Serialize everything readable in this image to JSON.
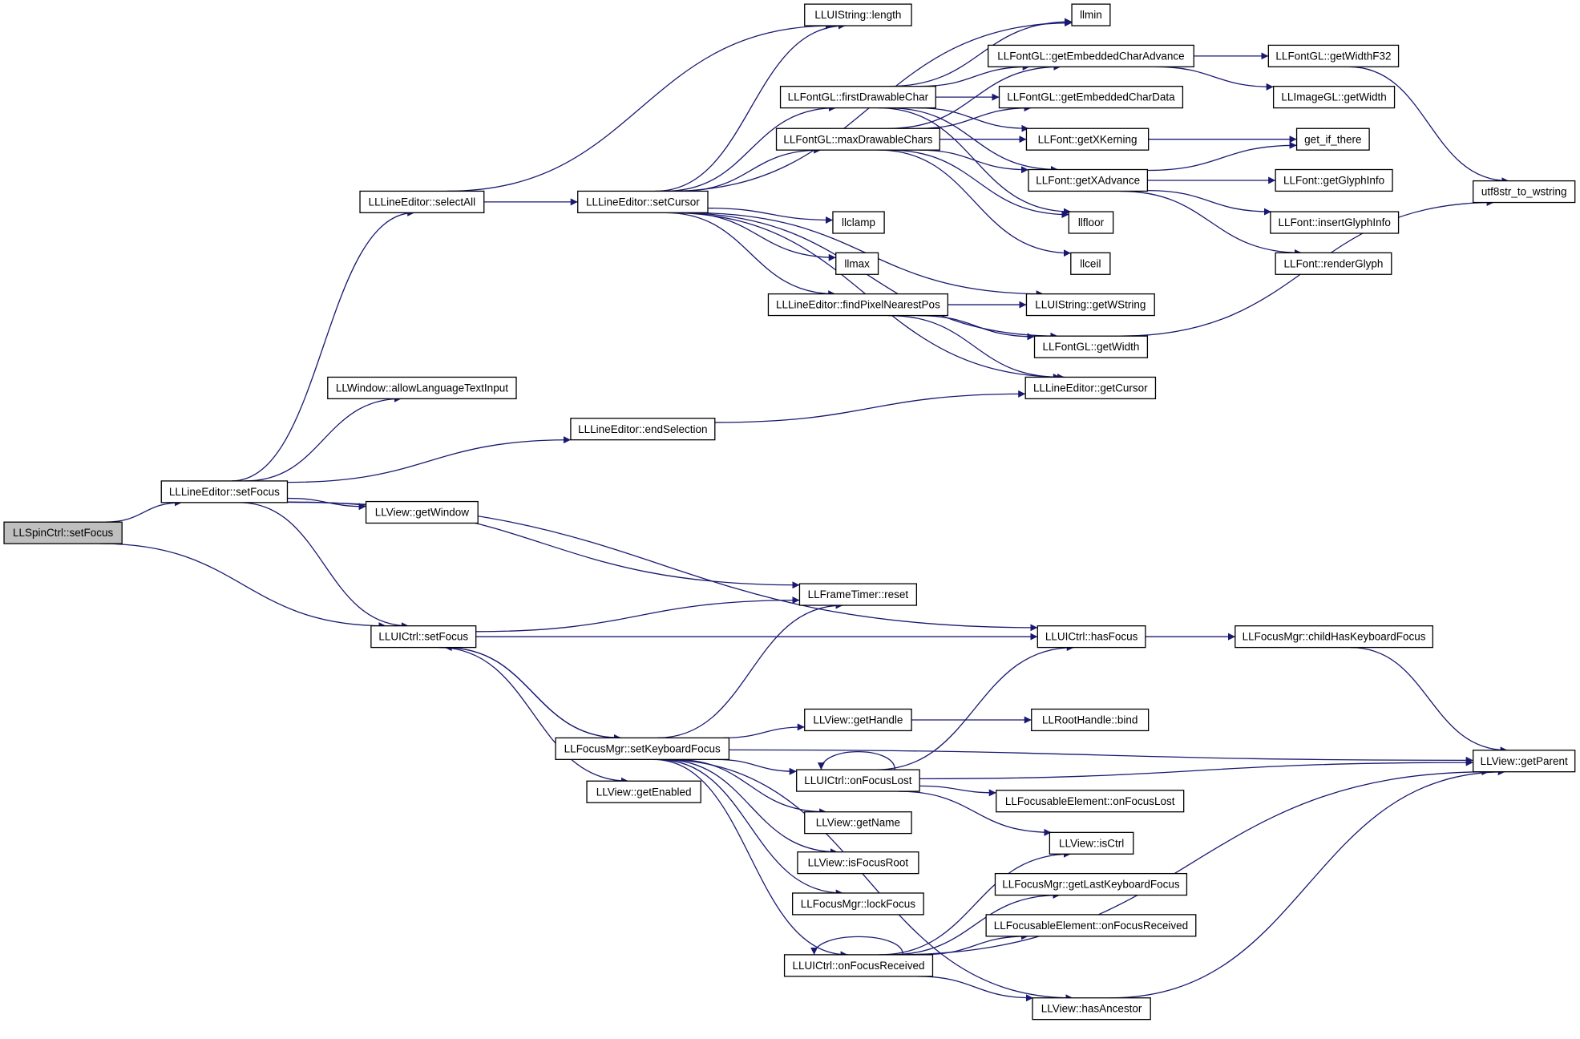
{
  "graph": {
    "root": "LLSpinCtrl::setFocus",
    "colors": {
      "edge": "#191970",
      "node_border": "#000000",
      "root_fill": "#bfbfbf",
      "node_fill": "#ffffff"
    },
    "nodes": [
      {
        "id": "spin_setFocus",
        "label": "LLSpinCtrl::setFocus",
        "root": true
      },
      {
        "id": "le_setFocus",
        "label": "LLLineEditor::setFocus"
      },
      {
        "id": "le_selectAll",
        "label": "LLLineEditor::selectAll"
      },
      {
        "id": "le_setCursor",
        "label": "LLLineEditor::setCursor"
      },
      {
        "id": "uistr_length",
        "label": "LLUIString::length"
      },
      {
        "id": "llmin",
        "label": "llmin"
      },
      {
        "id": "fgl_embAdv",
        "label": "LLFontGL::getEmbeddedCharAdvance"
      },
      {
        "id": "fgl_widthF32",
        "label": "LLFontGL::getWidthF32"
      },
      {
        "id": "fgl_firstDrawable",
        "label": "LLFontGL::firstDrawableChar"
      },
      {
        "id": "fgl_embData",
        "label": "LLFontGL::getEmbeddedCharData"
      },
      {
        "id": "img_getWidth",
        "label": "LLImageGL::getWidth"
      },
      {
        "id": "fgl_maxDrawable",
        "label": "LLFontGL::maxDrawableChars"
      },
      {
        "id": "font_xkern",
        "label": "LLFont::getXKerning"
      },
      {
        "id": "get_if_there",
        "label": "get_if_there"
      },
      {
        "id": "font_xadv",
        "label": "LLFont::getXAdvance"
      },
      {
        "id": "font_glyphinfo",
        "label": "LLFont::getGlyphInfo"
      },
      {
        "id": "utf8",
        "label": "utf8str_to_wstring"
      },
      {
        "id": "llclamp",
        "label": "llclamp"
      },
      {
        "id": "llfloor",
        "label": "llfloor"
      },
      {
        "id": "font_insertGlyph",
        "label": "LLFont::insertGlyphInfo"
      },
      {
        "id": "llmax",
        "label": "llmax"
      },
      {
        "id": "llceil",
        "label": "llceil"
      },
      {
        "id": "font_render",
        "label": "LLFont::renderGlyph"
      },
      {
        "id": "le_findPixel",
        "label": "LLLineEditor::findPixelNearestPos"
      },
      {
        "id": "uistr_getW",
        "label": "LLUIString::getWString"
      },
      {
        "id": "fgl_getWidth",
        "label": "LLFontGL::getWidth"
      },
      {
        "id": "win_allowLang",
        "label": "LLWindow::allowLanguageTextInput"
      },
      {
        "id": "le_getCursor",
        "label": "LLLineEditor::getCursor"
      },
      {
        "id": "le_endSel",
        "label": "LLLineEditor::endSelection"
      },
      {
        "id": "view_getWindow",
        "label": "LLView::getWindow"
      },
      {
        "id": "frametimer_reset",
        "label": "LLFrameTimer::reset"
      },
      {
        "id": "uictrl_setFocus",
        "label": "LLUICtrl::setFocus"
      },
      {
        "id": "uictrl_hasFocus",
        "label": "LLUICtrl::hasFocus"
      },
      {
        "id": "fm_childHasKF",
        "label": "LLFocusMgr::childHasKeyboardFocus"
      },
      {
        "id": "view_getHandle",
        "label": "LLView::getHandle"
      },
      {
        "id": "roothandle_bind",
        "label": "LLRootHandle::bind"
      },
      {
        "id": "fm_setKF",
        "label": "LLFocusMgr::setKeyboardFocus"
      },
      {
        "id": "view_getParent",
        "label": "LLView::getParent"
      },
      {
        "id": "uictrl_onFocusLost",
        "label": "LLUICtrl::onFocusLost"
      },
      {
        "id": "view_getEnabled",
        "label": "LLView::getEnabled"
      },
      {
        "id": "fe_onFocusLost",
        "label": "LLFocusableElement::onFocusLost"
      },
      {
        "id": "view_getName",
        "label": "LLView::getName"
      },
      {
        "id": "view_isCtrl",
        "label": "LLView::isCtrl"
      },
      {
        "id": "view_isFocusRoot",
        "label": "LLView::isFocusRoot"
      },
      {
        "id": "fm_getLastKF",
        "label": "LLFocusMgr::getLastKeyboardFocus"
      },
      {
        "id": "fm_lockFocus",
        "label": "LLFocusMgr::lockFocus"
      },
      {
        "id": "fe_onFocusReceived",
        "label": "LLFocusableElement::onFocusReceived"
      },
      {
        "id": "uictrl_onFocusReceived",
        "label": "LLUICtrl::onFocusReceived"
      },
      {
        "id": "view_hasAncestor",
        "label": "LLView::hasAncestor"
      }
    ],
    "edges": [
      [
        "spin_setFocus",
        "le_setFocus"
      ],
      [
        "spin_setFocus",
        "uictrl_setFocus"
      ],
      [
        "le_setFocus",
        "le_selectAll"
      ],
      [
        "le_setFocus",
        "win_allowLang"
      ],
      [
        "le_setFocus",
        "le_endSel"
      ],
      [
        "le_setFocus",
        "view_getWindow"
      ],
      [
        "le_setFocus",
        "frametimer_reset"
      ],
      [
        "le_setFocus",
        "uictrl_hasFocus"
      ],
      [
        "le_setFocus",
        "uictrl_setFocus"
      ],
      [
        "le_selectAll",
        "le_setCursor"
      ],
      [
        "le_selectAll",
        "uistr_length"
      ],
      [
        "le_setCursor",
        "uistr_length"
      ],
      [
        "le_setCursor",
        "llmin"
      ],
      [
        "le_setCursor",
        "fgl_firstDrawable"
      ],
      [
        "le_setCursor",
        "fgl_maxDrawable"
      ],
      [
        "le_setCursor",
        "llclamp"
      ],
      [
        "le_setCursor",
        "llmax"
      ],
      [
        "le_setCursor",
        "le_findPixel"
      ],
      [
        "le_setCursor",
        "uistr_getW"
      ],
      [
        "le_setCursor",
        "fgl_getWidth"
      ],
      [
        "le_setCursor",
        "le_getCursor"
      ],
      [
        "fgl_firstDrawable",
        "llmin"
      ],
      [
        "fgl_firstDrawable",
        "fgl_embAdv"
      ],
      [
        "fgl_firstDrawable",
        "fgl_embData"
      ],
      [
        "fgl_firstDrawable",
        "font_xkern"
      ],
      [
        "fgl_firstDrawable",
        "font_xadv"
      ],
      [
        "fgl_firstDrawable",
        "llfloor"
      ],
      [
        "fgl_maxDrawable",
        "fgl_embAdv"
      ],
      [
        "fgl_maxDrawable",
        "fgl_embData"
      ],
      [
        "fgl_maxDrawable",
        "font_xkern"
      ],
      [
        "fgl_maxDrawable",
        "font_xadv"
      ],
      [
        "fgl_maxDrawable",
        "llfloor"
      ],
      [
        "fgl_maxDrawable",
        "llceil"
      ],
      [
        "fgl_embAdv",
        "fgl_widthF32"
      ],
      [
        "fgl_embAdv",
        "img_getWidth"
      ],
      [
        "fgl_widthF32",
        "utf8"
      ],
      [
        "font_xkern",
        "get_if_there"
      ],
      [
        "font_xadv",
        "get_if_there"
      ],
      [
        "font_xadv",
        "font_glyphinfo"
      ],
      [
        "font_xadv",
        "font_insertGlyph"
      ],
      [
        "font_xadv",
        "font_render"
      ],
      [
        "le_findPixel",
        "uistr_getW"
      ],
      [
        "le_findPixel",
        "fgl_getWidth"
      ],
      [
        "le_findPixel",
        "le_getCursor"
      ],
      [
        "fgl_getWidth",
        "utf8"
      ],
      [
        "le_endSel",
        "le_getCursor"
      ],
      [
        "uictrl_setFocus",
        "frametimer_reset"
      ],
      [
        "uictrl_setFocus",
        "uictrl_hasFocus"
      ],
      [
        "uictrl_setFocus",
        "fm_childHasKF"
      ],
      [
        "uictrl_setFocus",
        "fm_setKF"
      ],
      [
        "uictrl_setFocus",
        "view_getEnabled"
      ],
      [
        "uictrl_hasFocus",
        "fm_childHasKF"
      ],
      [
        "fm_childHasKF",
        "view_getParent"
      ],
      [
        "fm_setKF",
        "uictrl_setFocus"
      ],
      [
        "fm_setKF",
        "frametimer_reset"
      ],
      [
        "fm_setKF",
        "view_getHandle"
      ],
      [
        "fm_setKF",
        "view_getParent"
      ],
      [
        "fm_setKF",
        "uictrl_onFocusLost"
      ],
      [
        "fm_setKF",
        "view_getName"
      ],
      [
        "fm_setKF",
        "view_isFocusRoot"
      ],
      [
        "fm_setKF",
        "fm_lockFocus"
      ],
      [
        "fm_setKF",
        "uictrl_onFocusReceived"
      ],
      [
        "fm_setKF",
        "view_hasAncestor"
      ],
      [
        "view_getHandle",
        "roothandle_bind"
      ],
      [
        "uictrl_onFocusLost",
        "uictrl_onFocusLost"
      ],
      [
        "uictrl_onFocusLost",
        "uictrl_hasFocus"
      ],
      [
        "uictrl_onFocusLost",
        "view_getParent"
      ],
      [
        "uictrl_onFocusLost",
        "fe_onFocusLost"
      ],
      [
        "uictrl_onFocusLost",
        "view_isCtrl"
      ],
      [
        "uictrl_onFocusReceived",
        "uictrl_onFocusReceived"
      ],
      [
        "uictrl_onFocusReceived",
        "view_isCtrl"
      ],
      [
        "uictrl_onFocusReceived",
        "fm_getLastKF"
      ],
      [
        "uictrl_onFocusReceived",
        "fe_onFocusReceived"
      ],
      [
        "uictrl_onFocusReceived",
        "view_hasAncestor"
      ],
      [
        "uictrl_onFocusReceived",
        "view_getParent"
      ],
      [
        "view_hasAncestor",
        "view_getParent"
      ]
    ]
  }
}
